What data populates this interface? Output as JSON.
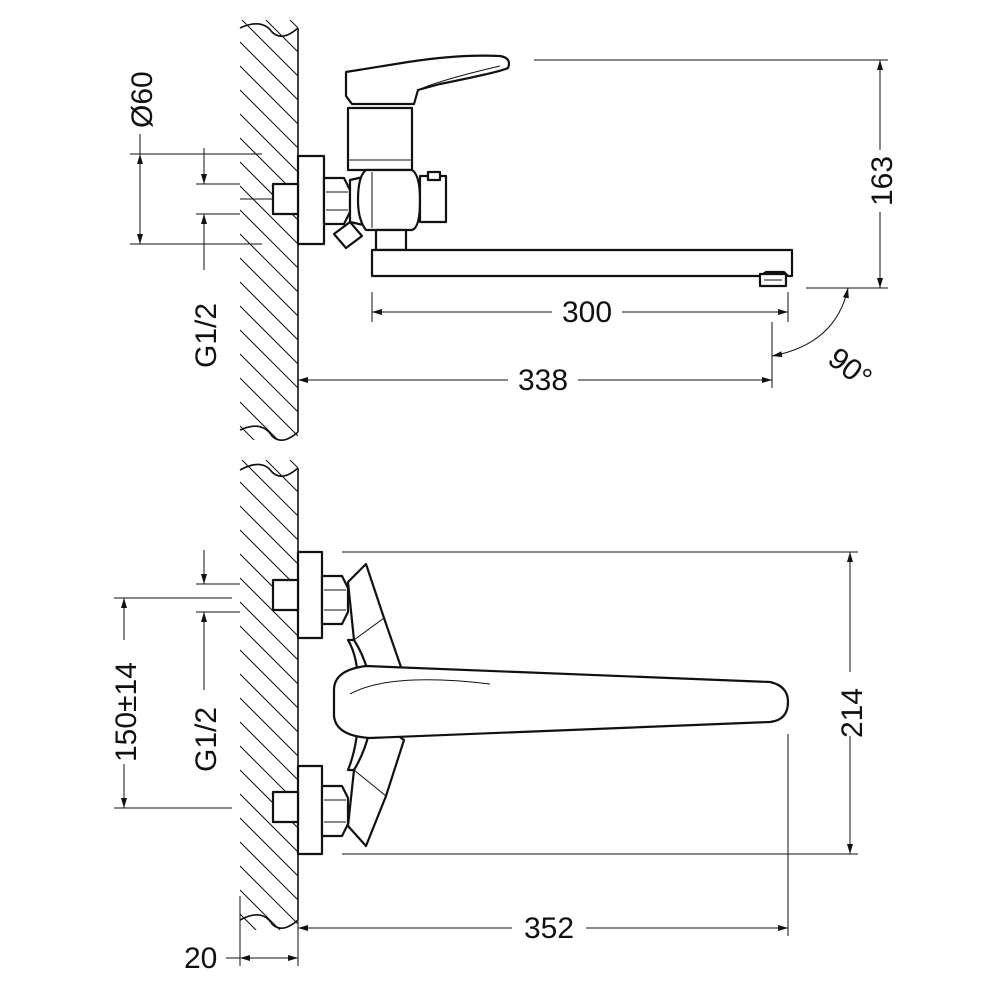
{
  "top_view": {
    "dim_diameter": "Ø60",
    "dim_thread": "G1/2",
    "dim_spout_reach": "300",
    "dim_total_reach": "338",
    "dim_height": "163",
    "dim_angle": "90°"
  },
  "front_view": {
    "dim_center_distance": "150±14",
    "dim_thread": "G1/2",
    "dim_height": "214",
    "dim_length": "352",
    "dim_wall_offset": "20"
  }
}
